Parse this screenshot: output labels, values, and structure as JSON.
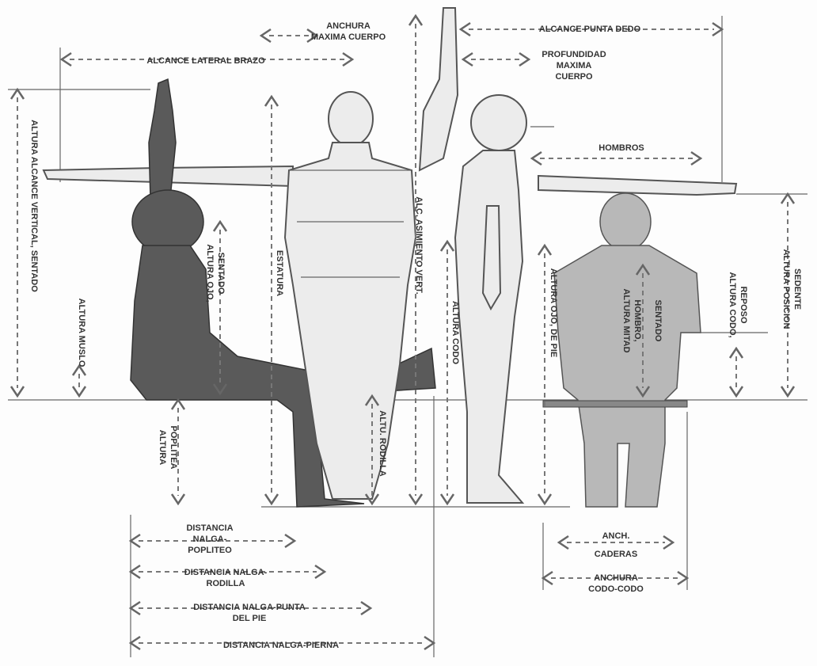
{
  "labels": {
    "anchura_maxima_cuerpo": [
      "ANCHURA",
      "MAXIMA CUERPO"
    ],
    "alcance_punta_dedo": "ALCANCE PUNTA DEDO",
    "alcance_lateral_brazo": "ALCANCE LATERAL BRAZO",
    "profundidad_maxima_cuerpo": [
      "PROFUNDIDAD",
      "MAXIMA",
      "CUERPO"
    ],
    "hombros": "HOMBROS",
    "altura_alcance_vertical_sentado": "ALTURA ALCANCE VERTICAL, SENTADO",
    "altura_muslo": "ALTURA MUSLO",
    "altura_ojo_sentado": [
      "ALTURA OJO,",
      "SENTADO"
    ],
    "estatura": "ESTATURA",
    "alc_asimiento_vert": "ALC. ASIMIENTO VERT.",
    "altura_codo": "ALTURA CODO",
    "altura_ojo_de_pie": "ALTURA OJO, DE PIE",
    "altura_mitad_hombro_sentado": [
      "ALTURA MITAD",
      "HOMBRO,",
      "SENTADO"
    ],
    "altura_codo_reposo": [
      "ALTURA CODO,",
      "REPOSO"
    ],
    "altura_posicion_sedente": [
      "ALTURA POSICION",
      "SEDENTE"
    ],
    "altura_poplitea": [
      "ALTURA",
      "POPLITEA"
    ],
    "altu_rodilla": "ALTU. RODILLA",
    "distancia_nalga_popliteo": [
      "DISTANCIA",
      "NALGA-",
      "POPLITEO"
    ],
    "distancia_nalga_rodilla": [
      "DISTANCIA NALGA-",
      "RODILLA"
    ],
    "distancia_nalga_punta_pie": [
      "DISTANCIA NALGA-PUNTA",
      "DEL PIE"
    ],
    "distancia_nalga_pierna": "DISTANCIA NALGA-PIERNA",
    "anch_caderas": [
      "ANCH.",
      "CADERAS"
    ],
    "anchura_codo_codo": [
      "ANCHURA",
      "CODO-CODO"
    ]
  }
}
